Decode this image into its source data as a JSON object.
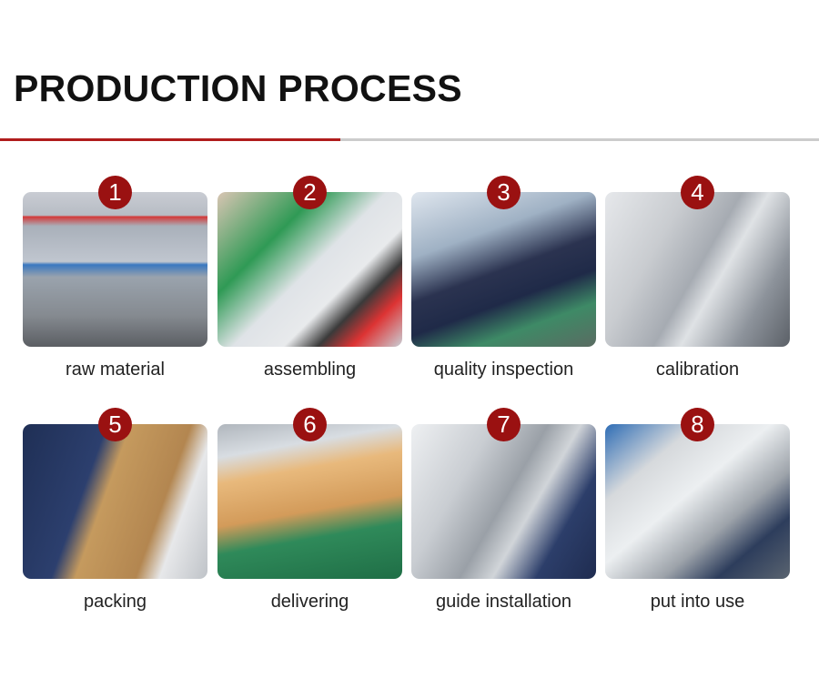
{
  "header": {
    "title": "PRODUCTION PROCESS"
  },
  "colors": {
    "accent": "#b01c1c",
    "badge": "#9a1111",
    "divider": "#cccccc"
  },
  "steps": [
    {
      "number": "1",
      "label": "raw material"
    },
    {
      "number": "2",
      "label": "assembling"
    },
    {
      "number": "3",
      "label": "quality inspection"
    },
    {
      "number": "4",
      "label": "calibration"
    },
    {
      "number": "5",
      "label": "packing"
    },
    {
      "number": "6",
      "label": "delivering"
    },
    {
      "number": "7",
      "label": "guide installation"
    },
    {
      "number": "8",
      "label": "put into use"
    }
  ]
}
